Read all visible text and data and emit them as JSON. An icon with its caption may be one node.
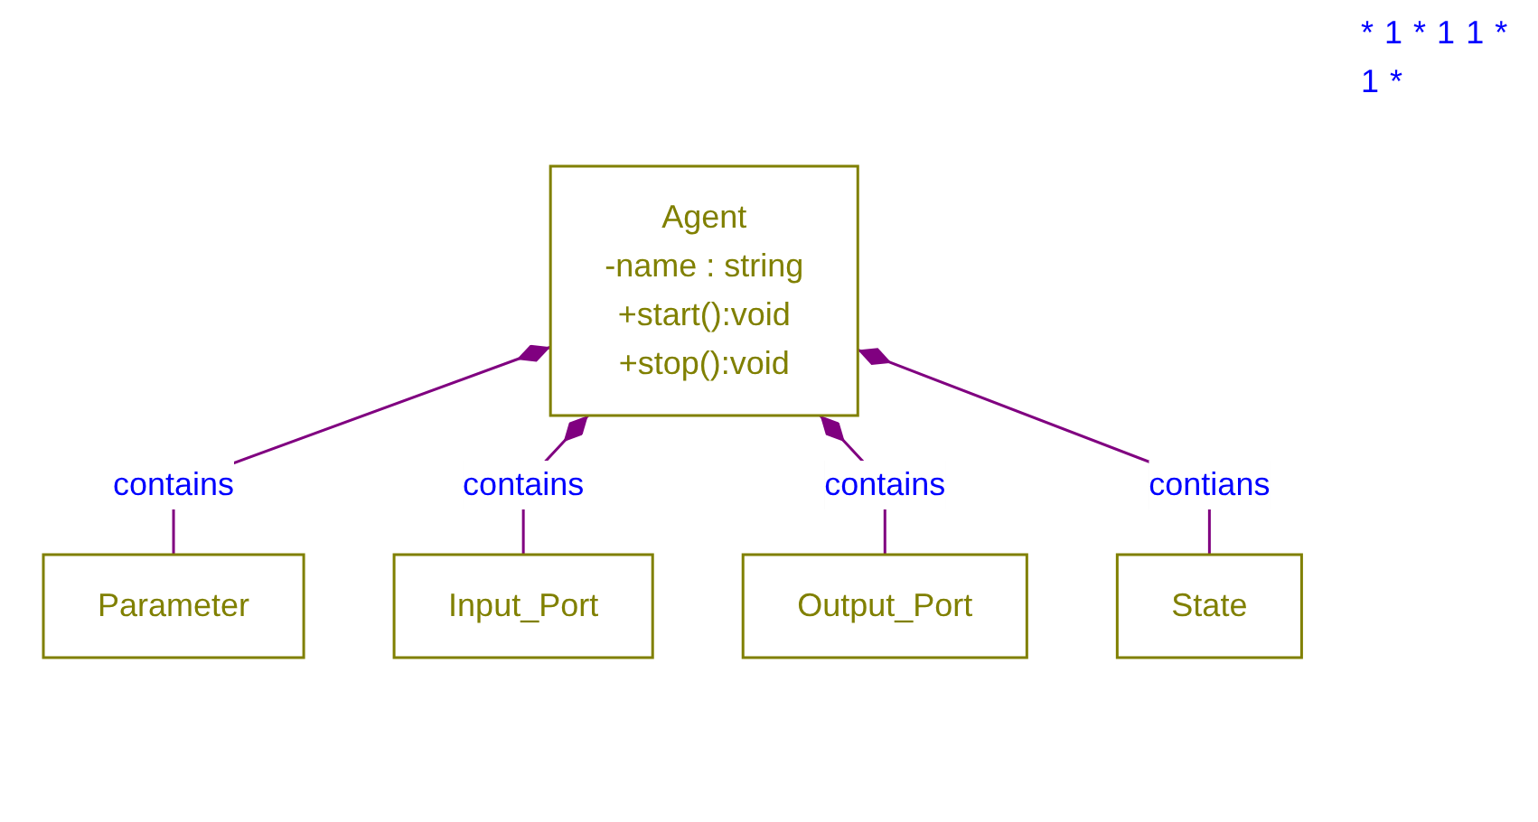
{
  "diagram": {
    "nodes": [
      {
        "text": [
          "Parameter"
        ]
      },
      {
        "text": [
          "Agent",
          "-name : string",
          "+start():void",
          "+stop():void"
        ]
      },
      {
        "text": [
          "Input_Port"
        ]
      },
      {
        "text": [
          "Output_Port"
        ]
      },
      {
        "text": [
          "State"
        ]
      }
    ],
    "edges": [
      {
        "from": 1,
        "to": 0,
        "arrow": "other",
        "label": "contains"
      },
      {
        "from": 1,
        "to": 2,
        "arrow": "other",
        "label": "contains"
      },
      {
        "from": 1,
        "to": 3,
        "arrow": "other",
        "label": "contains"
      },
      {
        "from": 1,
        "to": 4,
        "arrow": "other",
        "label": "contians"
      }
    ],
    "labels": [
      "*",
      "1",
      "*",
      "1",
      "1",
      "*",
      "1",
      "*"
    ]
  }
}
